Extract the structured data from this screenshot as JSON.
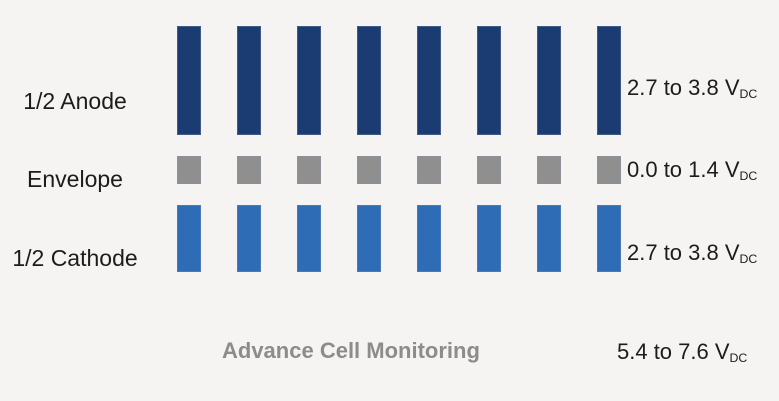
{
  "diagram": {
    "background_color": "#f5f4f2",
    "rows": [
      {
        "id": "anode",
        "label": "1/2 Anode",
        "bar_count": 8,
        "bar_color": "#1a3c72",
        "range_text": "2.7 to 3.8 V",
        "range_subscript": "DC"
      },
      {
        "id": "envelope",
        "label": "Envelope",
        "bar_count": 8,
        "bar_color": "#8f8f8f",
        "range_text": "0.0 to 1.4 V",
        "range_subscript": "DC"
      },
      {
        "id": "cathode",
        "label": "1/2 Cathode",
        "bar_count": 8,
        "bar_color": "#2e6cb5",
        "range_text": "2.7 to 3.8 V",
        "range_subscript": "DC"
      }
    ],
    "footer": {
      "title": "Advance Cell Monitoring",
      "title_color": "#8c8c8c",
      "range_text": "5.4 to 7.6 V",
      "range_subscript": "DC"
    }
  }
}
